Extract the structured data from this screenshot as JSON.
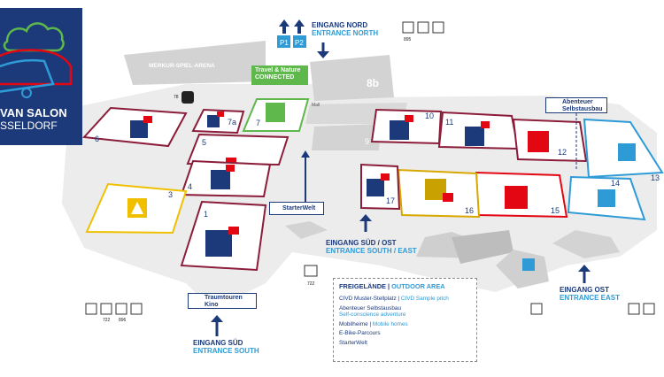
{
  "logo": {
    "line1": "VAN SALON",
    "line2": "SSELDORF"
  },
  "top_entrance": {
    "de": "EINGANG NORD",
    "en": "ENTRANCE NORTH",
    "p1": "P1",
    "p2": "P2"
  },
  "south_entrance": {
    "de": "EINGANG SÜD",
    "en": "ENTRANCE SOUTH"
  },
  "south_east_entrance": {
    "de": "EINGANG SÜD / OST",
    "en": "ENTRANCE SOUTH / EAST"
  },
  "east_entrance": {
    "de": "EINGANG OST",
    "en": "ENTRANCE EAST"
  },
  "venues": {
    "arena": "MERKUR-SPIEL-ARENA",
    "mall": "Mall",
    "hall_8b": "8b",
    "hall_9": "9"
  },
  "halls": [
    "6",
    "7a",
    "7",
    "5",
    "4",
    "3",
    "1",
    "10",
    "11",
    "12",
    "13",
    "14",
    "15",
    "16",
    "17"
  ],
  "travel_nature": {
    "line1": "Travel & Nature",
    "line2": "CONNECTED"
  },
  "adventure": {
    "line1": "Abenteuer",
    "line2": "Selbstausbau"
  },
  "starterwelt": "StarterWelt",
  "traumtouren": {
    "line1": "Traumtouren",
    "line2": "Kino"
  },
  "parking_numbers": {
    "n78": "78",
    "n722": "722",
    "n895": "895",
    "n896": "896"
  },
  "legend": {
    "title_de": "FREIGELÄNDE",
    "title_en": "OUTDOOR AREA",
    "items": [
      {
        "de": "CIVD Muster-Stellplatz",
        "en": "CIVD Sample pitch"
      },
      {
        "de": "Abenteuer Selbstausbau",
        "en": "Self-conscience adventure"
      },
      {
        "de": "Mobilheime",
        "en": "Mobile homes"
      },
      {
        "de": "E-Bike-Parcours",
        "en": ""
      },
      {
        "de": "StarterWelt",
        "en": ""
      }
    ]
  },
  "colors": {
    "navy": "#1c3a7a",
    "sky": "#2f9bd6",
    "maroon": "#8b1c3a",
    "red": "#e30613",
    "gold": "#d9a800",
    "yellow": "#f0c000",
    "green": "#5eb84b",
    "ground": "#ececec",
    "building": "#d3d3d3"
  },
  "icons": [
    "caravan-icon",
    "van-icon",
    "star-icon",
    "warning-icon",
    "smartphone-icon",
    "compass-icon",
    "pin-icon",
    "bus-icon",
    "car-icon",
    "parking-icon"
  ]
}
